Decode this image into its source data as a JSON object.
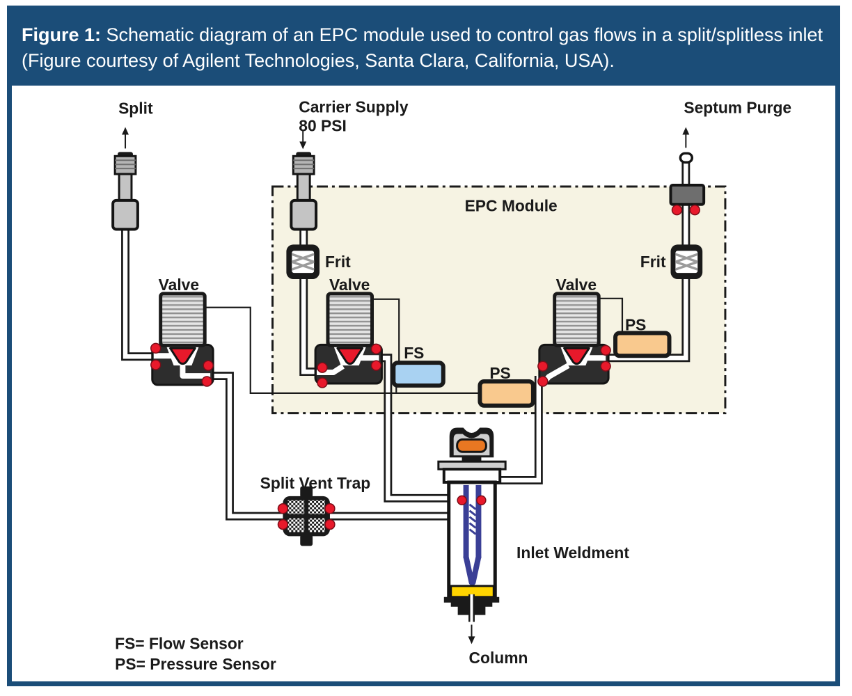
{
  "header": {
    "figure_label": "Figure 1:",
    "title": " Schematic diagram of an EPC module used to control gas flows in a split/splitless inlet",
    "subtitle": "(Figure courtesy of Agilent Technologies, Santa Clara, California, USA)."
  },
  "diagram": {
    "labels": {
      "split": "Split",
      "carrier_line1": "Carrier Supply",
      "carrier_line2": "80 PSI",
      "septum_purge": "Septum Purge",
      "epc_module": "EPC Module",
      "frit_left": "Frit",
      "frit_right": "Frit",
      "valve_left": "Valve",
      "valve_center": "Valve",
      "valve_right": "Valve",
      "flow_sensor": "FS",
      "pressure_sensor_center": "PS",
      "pressure_sensor_right": "PS",
      "split_vent_trap": "Split Vent Trap",
      "inlet_weldment": "Inlet Weldment",
      "column": "Column"
    },
    "legend": {
      "flow": "FS= Flow Sensor",
      "pressure": "PS= Pressure Sensor"
    },
    "colors": {
      "header_bar": "#1b4d78",
      "module_bg": "#f6f3e3",
      "flow_sensor": "#a9d2f2",
      "pressure_sensor": "#f9c98e",
      "seal_red": "#e8192b",
      "septum": "#e87722",
      "liner": "#3a3f96",
      "bottom_seal": "#ffd400",
      "metal": "#c4c4c4",
      "purge_block": "#6e6e6e",
      "valve_body": "#2d2d2d"
    }
  }
}
